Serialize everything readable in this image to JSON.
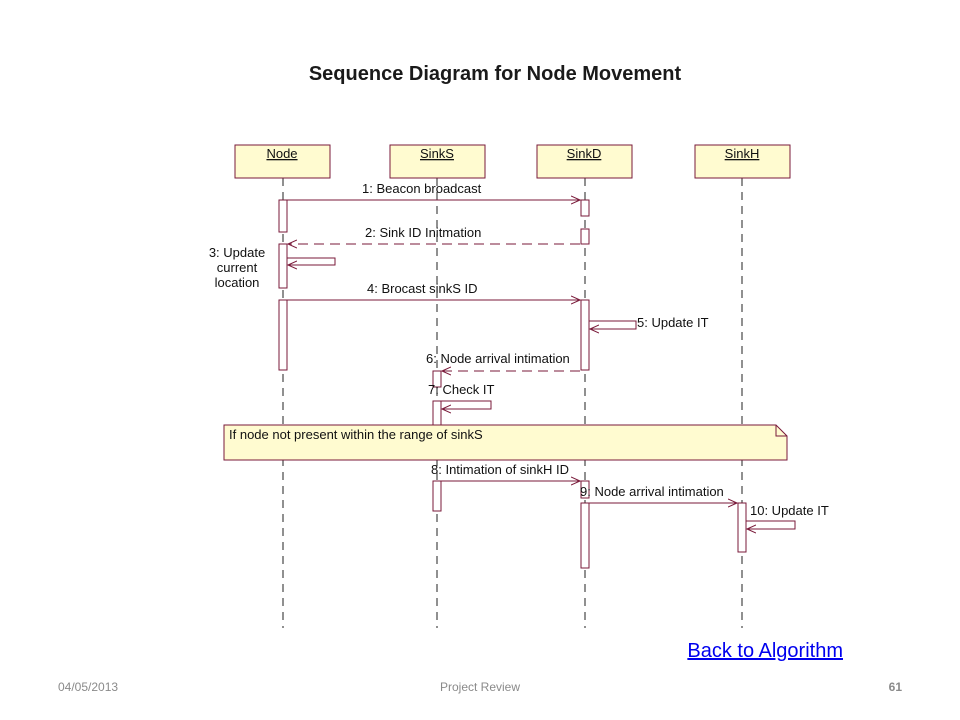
{
  "slide": {
    "title": "Sequence Diagram for Node Movement",
    "back_link": "Back to Algorithm",
    "footer": {
      "date": "04/05/2013",
      "center": "Project Review",
      "page": "61"
    }
  },
  "diagram": {
    "lifelines": [
      "Node",
      "SinkS",
      "SinkD",
      "SinkH"
    ],
    "messages": [
      "1: Beacon broadcast",
      "2: Sink ID Initmation",
      "4: Brocast sinkS ID",
      "5: Update IT",
      "6: Node arrival intimation",
      "7: Check IT",
      "8: Intimation of sinkH ID",
      "9: Node arrival intimation",
      "10: Update IT"
    ],
    "self_message_3": [
      "3: Update",
      "current",
      "location"
    ],
    "note": "If node not present within the range of sinkS"
  },
  "colors": {
    "lifeline_box": "#fffbd0",
    "border": "#7a1a3a",
    "link": "#0000ee"
  }
}
